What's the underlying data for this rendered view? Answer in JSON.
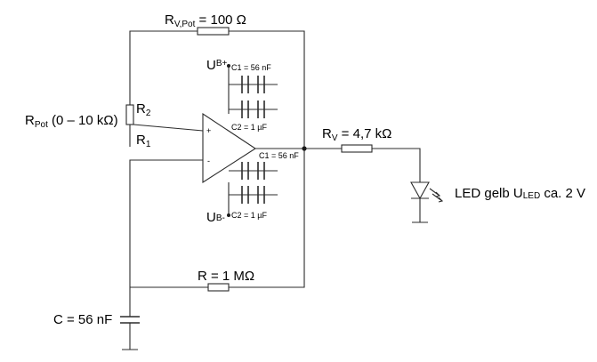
{
  "labels": {
    "rv_pot": {
      "main": "R",
      "sub": "V,Pot",
      "value": " = 100 Ω"
    },
    "r_pot": {
      "main": "R",
      "sub": "Pot",
      "value": " (0 – 10 kΩ)"
    },
    "r2": {
      "main": "R",
      "sub": "2"
    },
    "r1": {
      "main": "R",
      "sub": "1"
    },
    "ub_plus": {
      "main": "U",
      "sub": "B+"
    },
    "ub_minus": {
      "main": "U",
      "sub": "B-"
    },
    "c1_top": "C1 = 56 nF",
    "c2_top": "C2 = 1 µF",
    "c1_bottom": "C1 = 56 nF",
    "c2_bottom": "C2 = 1 µF",
    "plus_sign": "+",
    "minus_sign": "-",
    "rv": {
      "main": "R",
      "sub": "V",
      "value": " = 4,7 kΩ"
    },
    "led": {
      "prefix": "LED gelb U",
      "sub": "LED",
      "suffix": " ca. 2 V"
    },
    "r_feedback": "R = 1 MΩ",
    "c_ground": "C = 56 nF"
  }
}
